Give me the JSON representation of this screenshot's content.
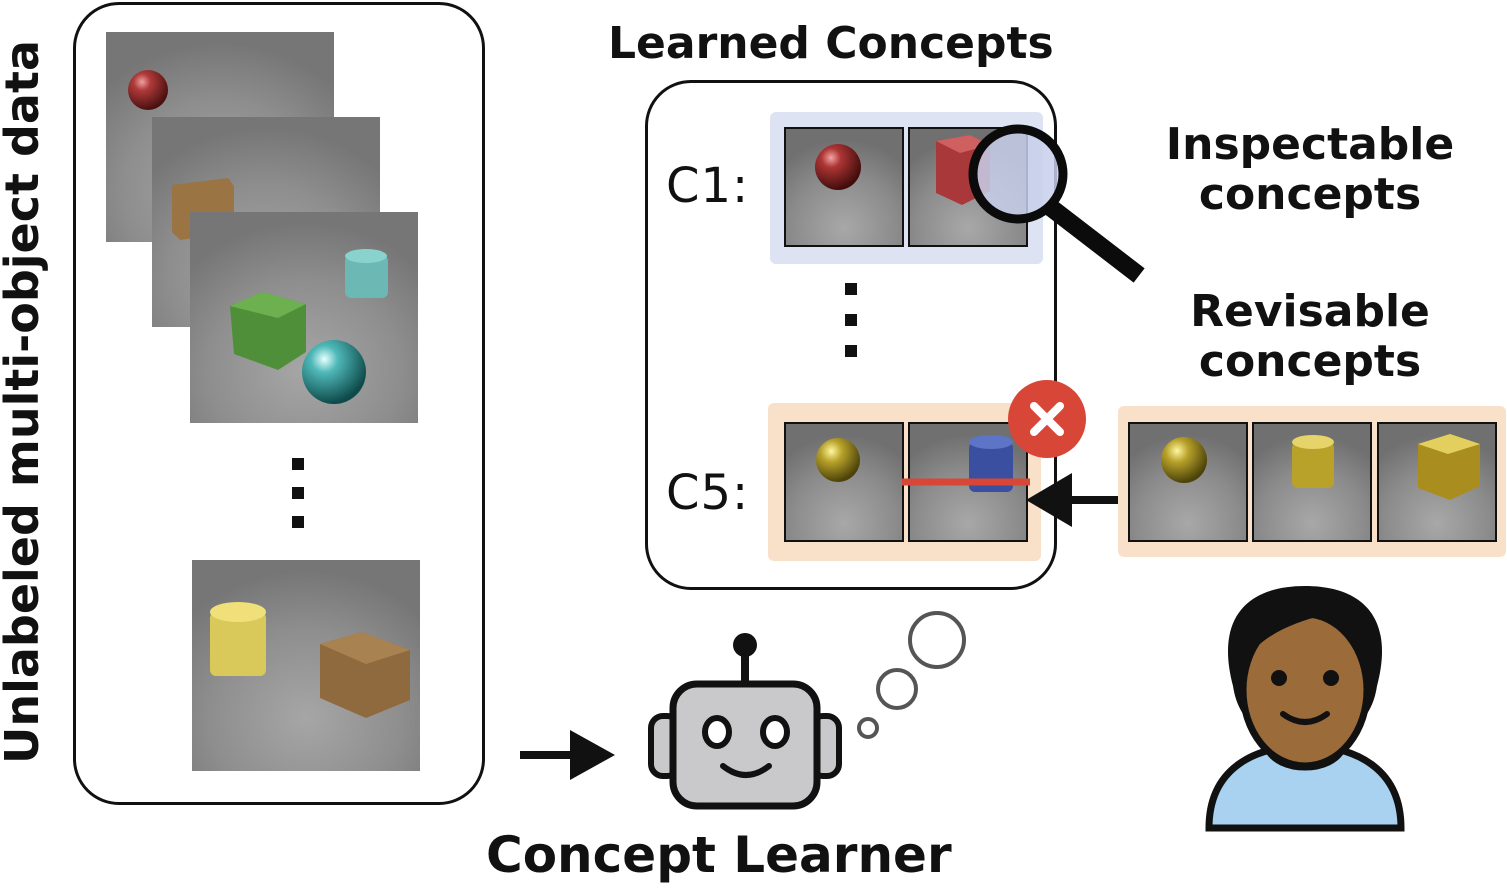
{
  "side_label": "Unlabeled multi-object data",
  "learned_concepts_title": "Learned Concepts",
  "concepts": [
    {
      "label": "C1:"
    },
    {
      "label": "C5:"
    }
  ],
  "inspectable_label": "Inspectable concepts",
  "revisable_label": "Revisable concepts",
  "learner_label": "Concept Learner",
  "colors": {
    "inspect_bg": "#dde3f3",
    "revise_bg": "#f8e1c8",
    "error_red": "#d84638",
    "skin": "#9c6b3a",
    "shirt": "#a8d2f0"
  }
}
